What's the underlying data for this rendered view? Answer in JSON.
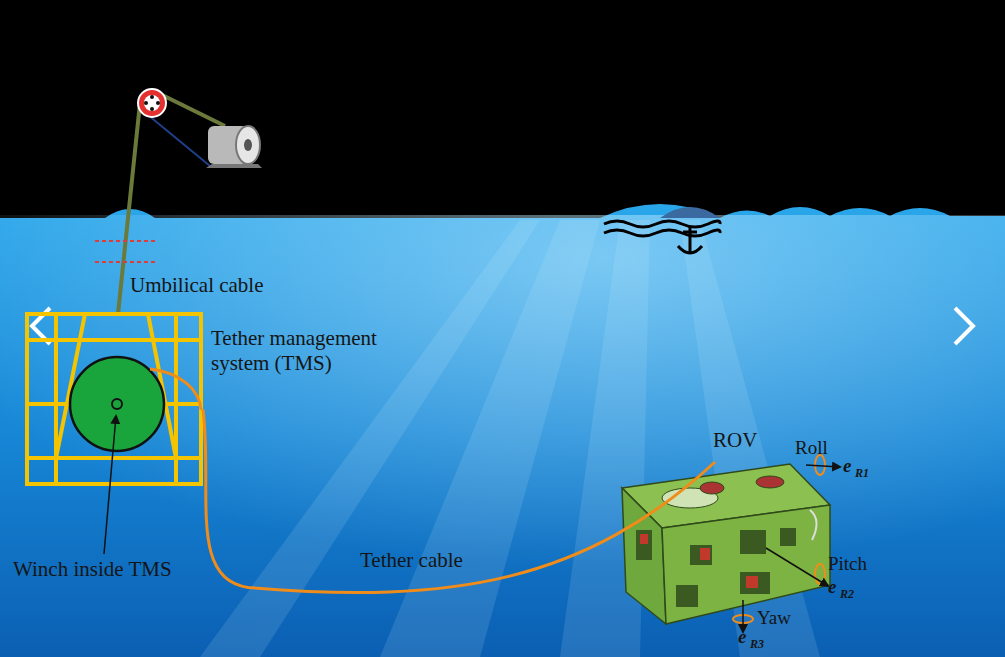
{
  "diagram": {
    "nodes": [
      {
        "text": [
          "Tether management system (TMS)"
        ]
      },
      {
        "text": [
          "ROV"
        ]
      }
    ],
    "edges": [
      {
        "from": 0,
        "to": 1,
        "arrow": "none",
        "label": "Tether cable"
      }
    ],
    "labels": [
      "Umbilical cable",
      "Winch inside TMS",
      "Roll",
      "e",
      "R1",
      "Pitch",
      "e",
      "R2",
      "Yaw",
      "e",
      "R3"
    ]
  }
}
